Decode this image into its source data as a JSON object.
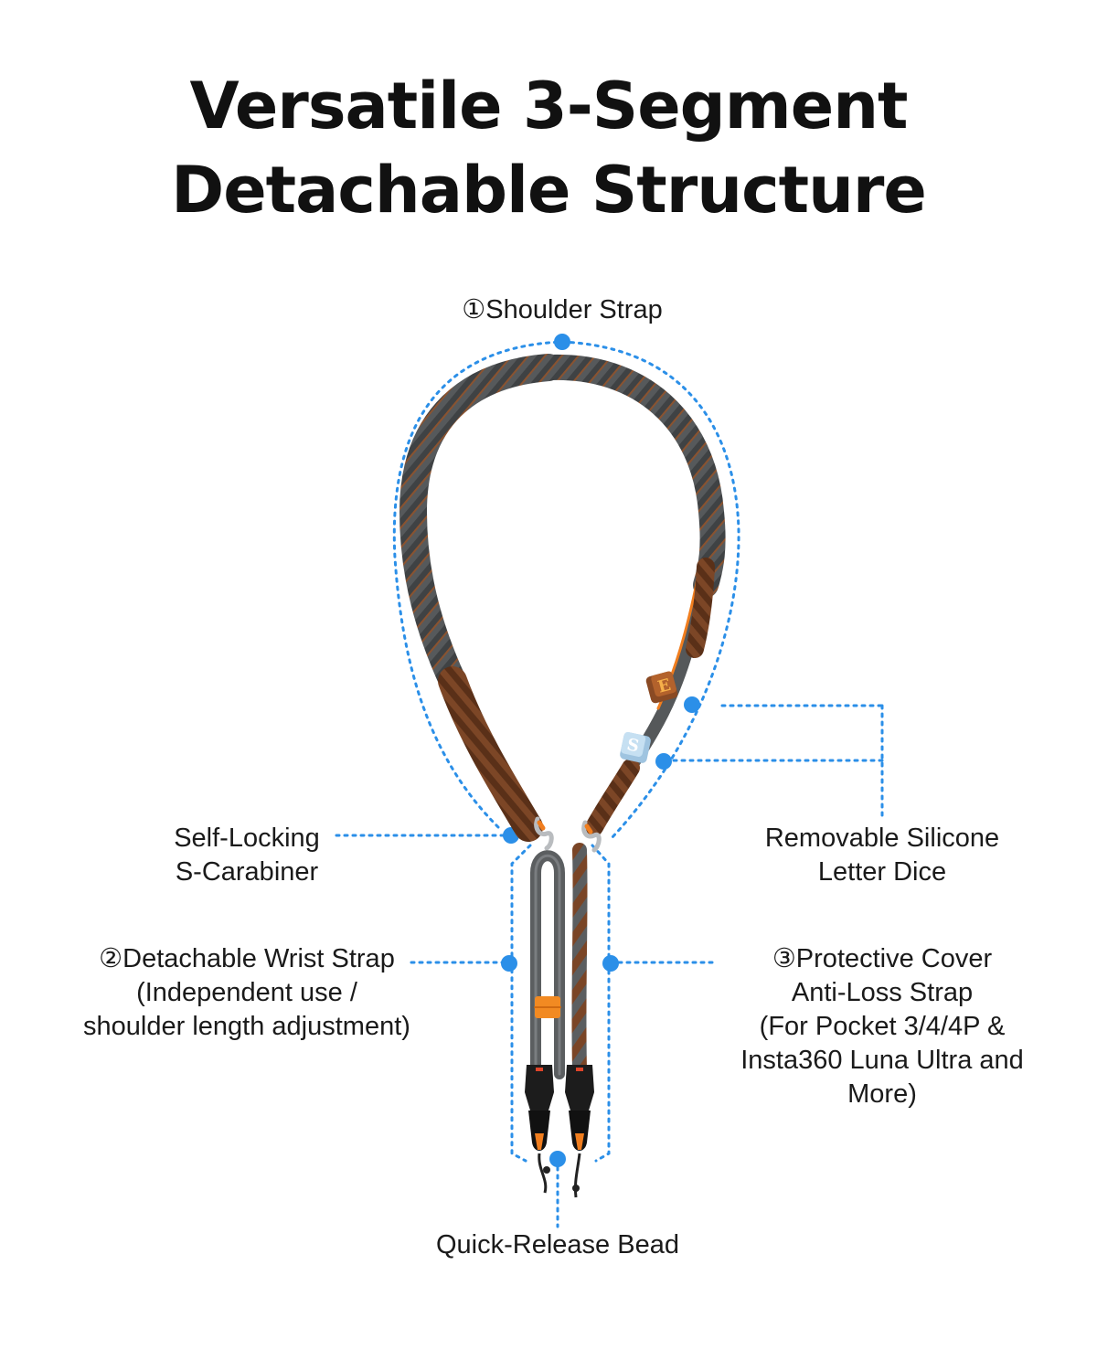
{
  "title": {
    "line1": "Versatile 3-Segment",
    "line2": "Detachable Structure"
  },
  "labels": {
    "shoulder_strap": "①Shoulder Strap",
    "carabiner_line1": "Self-Locking",
    "carabiner_line2": "S-Carabiner",
    "dice_line1": "Removable Silicone",
    "dice_line2": "Letter Dice",
    "wrist_line1": "②Detachable Wrist Strap",
    "wrist_line2": "(Independent use /",
    "wrist_line3": "shoulder length adjustment)",
    "cover_line1": "③Protective Cover",
    "cover_line2": "Anti-Loss Strap",
    "cover_line3": "(For Pocket 3/4/4P &",
    "cover_line4": "Insta360 Luna Ultra and",
    "cover_line5": "More)",
    "bead": "Quick-Release Bead"
  },
  "dice": {
    "letter_e": "E",
    "letter_s": "S"
  },
  "colors": {
    "callout_blue": "#2b8fe8",
    "strap_grey": "#55585a",
    "strap_brown": "#7a4526",
    "accent_orange": "#f07d1e"
  }
}
